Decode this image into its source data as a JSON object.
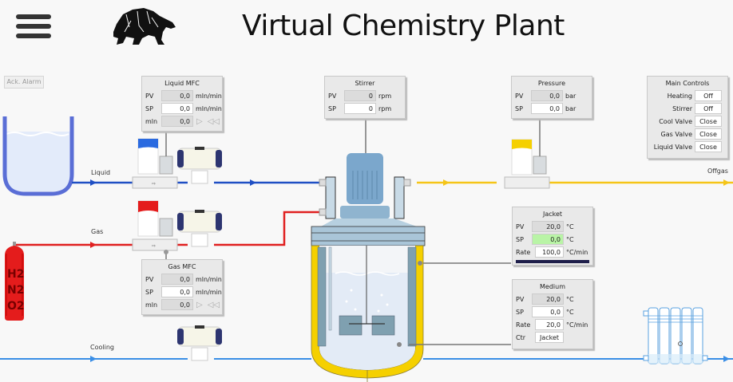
{
  "header": {
    "title": "Virtual Chemistry Plant",
    "menu_icon": "hamburger-menu-icon",
    "logo_icon": "bear-logo-icon"
  },
  "ack_alarm": "Ack. Alarm",
  "pipes": {
    "liquid": "Liquid",
    "gas": "Gas",
    "cooling": "Cooling",
    "offgas": "Offgas"
  },
  "gas_bottle": {
    "lines": [
      "H2",
      "N2",
      "O2"
    ]
  },
  "liquid_mfc": {
    "title": "Liquid MFC",
    "rows": [
      {
        "label": "PV",
        "value": "0,0",
        "unit": "mln/min"
      },
      {
        "label": "SP",
        "value": "0,0",
        "unit": "mln/min"
      },
      {
        "label": "mln",
        "value": "0,0"
      }
    ]
  },
  "gas_mfc": {
    "title": "Gas MFC",
    "rows": [
      {
        "label": "PV",
        "value": "0,0",
        "unit": "mln/min"
      },
      {
        "label": "SP",
        "value": "0,0",
        "unit": "mln/min"
      },
      {
        "label": "mln",
        "value": "0,0"
      }
    ]
  },
  "stirrer": {
    "title": "Stirrer",
    "rows": [
      {
        "label": "PV",
        "value": "0",
        "unit": "rpm"
      },
      {
        "label": "SP",
        "value": "0",
        "unit": "rpm"
      }
    ]
  },
  "pressure": {
    "title": "Pressure",
    "rows": [
      {
        "label": "PV",
        "value": "0,0",
        "unit": "bar"
      },
      {
        "label": "SP",
        "value": "0,0",
        "unit": "bar"
      }
    ]
  },
  "main_controls": {
    "title": "Main Controls",
    "rows": [
      {
        "label": "Heating",
        "value": "Off"
      },
      {
        "label": "Stirrer",
        "value": "Off"
      },
      {
        "label": "Cool Valve",
        "value": "Close"
      },
      {
        "label": "Gas Valve",
        "value": "Close"
      },
      {
        "label": "Liquid Valve",
        "value": "Close"
      }
    ]
  },
  "jacket": {
    "title": "Jacket",
    "rows": [
      {
        "label": "PV",
        "value": "20,0",
        "unit": "°C"
      },
      {
        "label": "SP",
        "value": "0,0",
        "unit": "°C"
      },
      {
        "label": "Rate",
        "value": "100,0",
        "unit": "°C/min"
      }
    ]
  },
  "medium": {
    "title": "Medium",
    "rows": [
      {
        "label": "PV",
        "value": "20,0",
        "unit": "°C"
      },
      {
        "label": "SP",
        "value": "0,0",
        "unit": "°C"
      },
      {
        "label": "Rate",
        "value": "20,0",
        "unit": "°C/min"
      },
      {
        "label": "Ctr",
        "value": "Jacket"
      }
    ]
  },
  "colors": {
    "liquid_pipe": "#1f4fc4",
    "gas_pipe": "#e02020",
    "cooling_pipe": "#3a8ee6",
    "offgas_pipe": "#f5c518",
    "jacket_yellow": "#f5d000",
    "reactor_steel": "#8fb4c8",
    "sp_green": "#b9f4a6"
  }
}
